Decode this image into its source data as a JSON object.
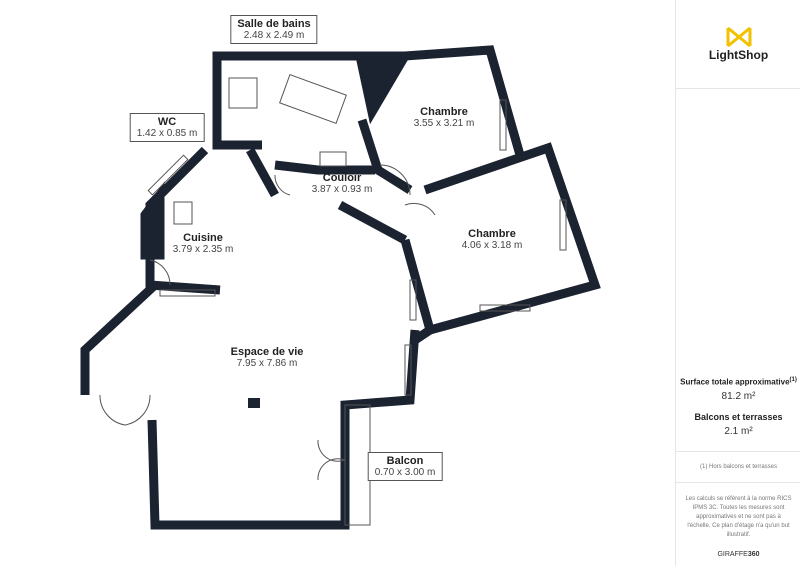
{
  "rooms": [
    {
      "name": "Salle de bains",
      "dims": "2.48 x 2.49 m"
    },
    {
      "name": "WC",
      "dims": "1.42 x 0.85 m"
    },
    {
      "name": "Chambre",
      "dims": "3.55 x 3.21 m"
    },
    {
      "name": "Couloir",
      "dims": "3.87 x 0.93 m"
    },
    {
      "name": "Chambre",
      "dims": "4.06 x 3.18 m"
    },
    {
      "name": "Cuisine",
      "dims": "3.79 x 2.35 m"
    },
    {
      "name": "Espace de vie",
      "dims": "7.95 x 7.86 m"
    },
    {
      "name": "Balcon",
      "dims": "0.70 x 3.00 m"
    }
  ],
  "sidebar": {
    "logo": "LightShop",
    "total_label": "Surface totale approximative",
    "total_sup": "(1)",
    "total_value": "81.2 m²",
    "balcony_label": "Balcons et terrasses",
    "balcony_value": "2.1 m²",
    "footnote": "(1) Hors balcons et terrasses",
    "disclaimer": "Les calculs se réfèrent à la norme RICS IPMS 3C. Toutes les mesures sont approximatives et ne sont pas à l'échelle. Ce plan d'étage n'a qu'un but illustratif.",
    "brand_a": "GIRAFFE",
    "brand_b": "360"
  },
  "colors": {
    "wall": "#1b2230",
    "logo": "#f2c200"
  }
}
